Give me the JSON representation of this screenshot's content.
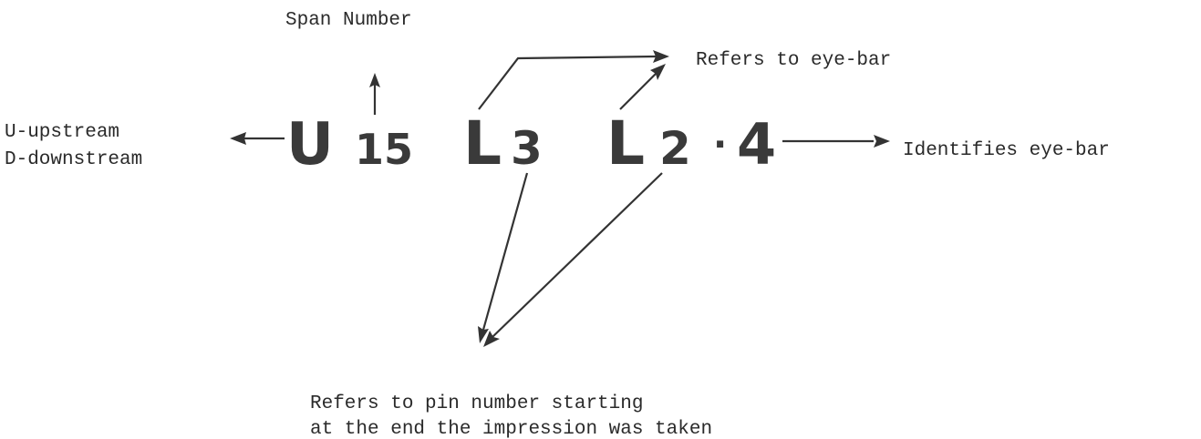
{
  "labels": {
    "span_number": "Span Number",
    "refers_eyebar": "Refers to eye-bar",
    "upstream": "U-upstream",
    "downstream": "D-downstream",
    "identifies_eyebar": "Identifies eye-bar",
    "pin_line1": "Refers to pin number starting",
    "pin_line2": "at the end the impression was taken"
  },
  "code": {
    "u": "U",
    "span": "15",
    "l1": "L",
    "n1": "3",
    "l2": "L",
    "n2": "2",
    "dot": "·",
    "n3": "4"
  }
}
